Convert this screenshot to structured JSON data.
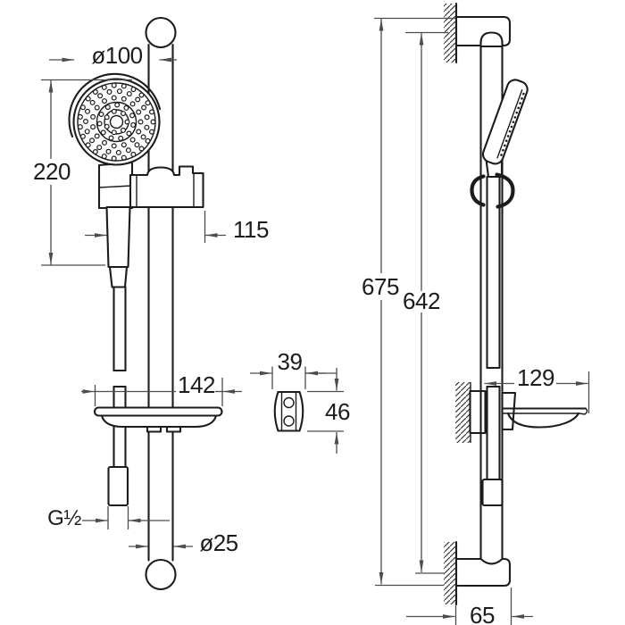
{
  "figure": {
    "type": "technical-drawing",
    "subject": "Shower rail set: slide bar with hand shower, holder, hose and soap dish — front view, side view and wall-clamp detail",
    "units": "mm"
  },
  "dimensions": {
    "head_diameter": "ø100",
    "head_height": "220",
    "holder_offset": "115",
    "dish_width": "142",
    "clamp_width": "39",
    "clamp_height": "46",
    "thread_size": "G½",
    "rail_diameter": "ø25",
    "overall_height": "675",
    "bar_height": "642",
    "dish_depth": "129",
    "bracket_depth": "65"
  },
  "colors": {
    "line": "#1c1c1c",
    "dimension": "#4d4d4d",
    "background": "#ffffff"
  }
}
